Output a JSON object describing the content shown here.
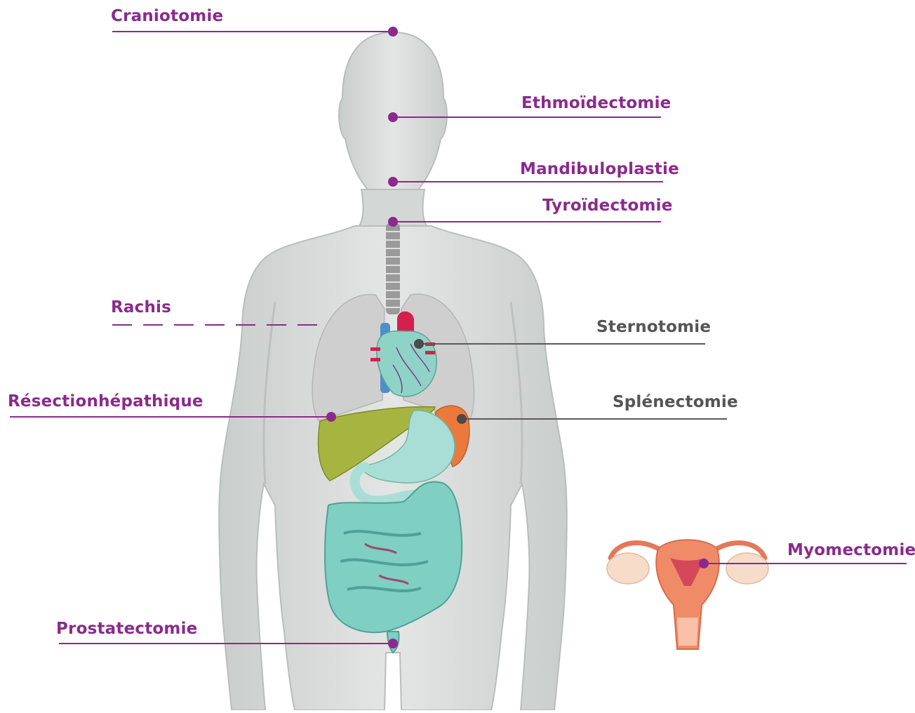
{
  "colors": {
    "purple": "#8a2a8c",
    "gray": "#5a5a5a",
    "skin": "#d9dcdb",
    "liver": "#a6b53f",
    "intestine": "#7fcfc2",
    "stomach": "#a9ded6",
    "spleen": "#e97a3b",
    "heart": "#8fd3c6",
    "lung": "#cfcfcf",
    "uterus": "#f08b68"
  },
  "labels": {
    "craniotomie": "Craniotomie",
    "ethmoidectomie": "Ethmoïdectomie",
    "mandibuloplastie": "Mandibuloplastie",
    "tyroidectomie": "Tyroïdectomie",
    "rachis": "Rachis",
    "sternotomie": "Sternotomie",
    "resection_hepatique": "Résectionhépathique",
    "splenectomie": "Splénectomie",
    "myomectomie": "Myomectomie",
    "prostatectomie": "Prostatectomie"
  }
}
